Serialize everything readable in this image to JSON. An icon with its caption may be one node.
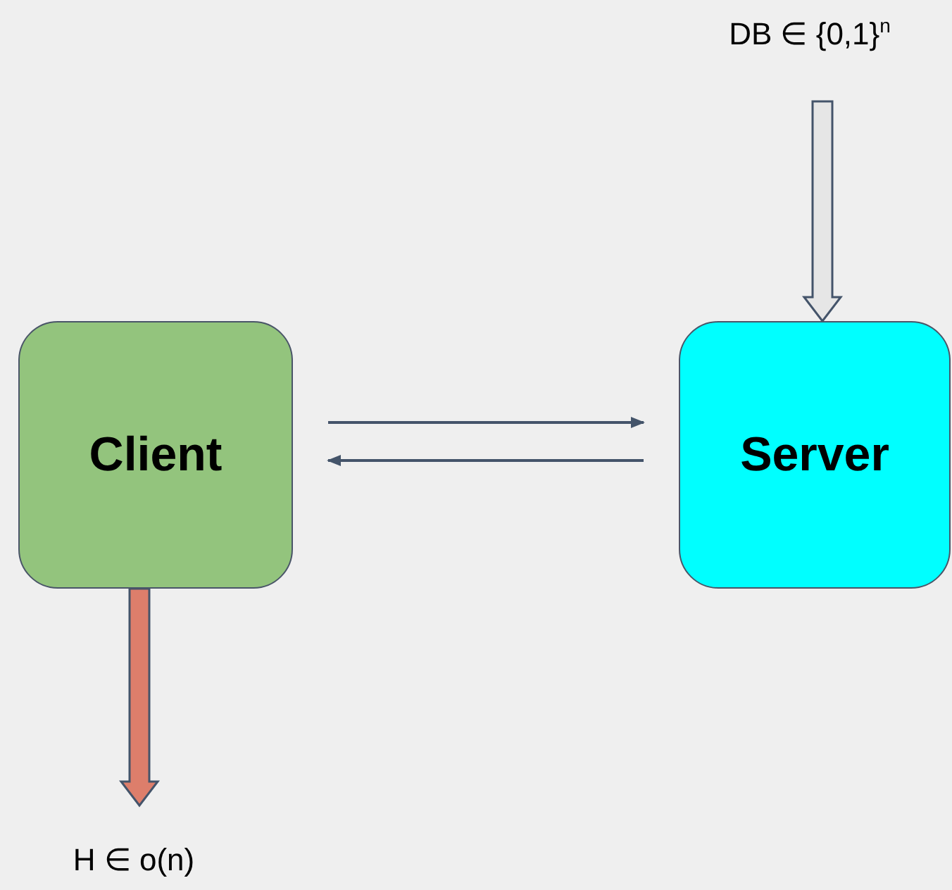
{
  "diagram": {
    "nodes": [
      {
        "text": [
          "Client"
        ]
      },
      {
        "text": [
          "Server"
        ]
      },
      {
        "text": [
          "DB ∈ {0,1}$^{n}$"
        ]
      },
      {
        "text": [
          "H ∈ o(n)"
        ]
      }
    ],
    "edges": [
      {
        "from": 0,
        "to": 1,
        "arrow": "to"
      },
      {
        "from": 1,
        "to": 0,
        "arrow": "to"
      },
      {
        "from": 2,
        "to": 1,
        "arrow": "to",
        "style": "thick"
      },
      {
        "from": 0,
        "to": 3,
        "arrow": "to",
        "style": "thick",
        "color": "#dd7e6b"
      }
    ]
  }
}
